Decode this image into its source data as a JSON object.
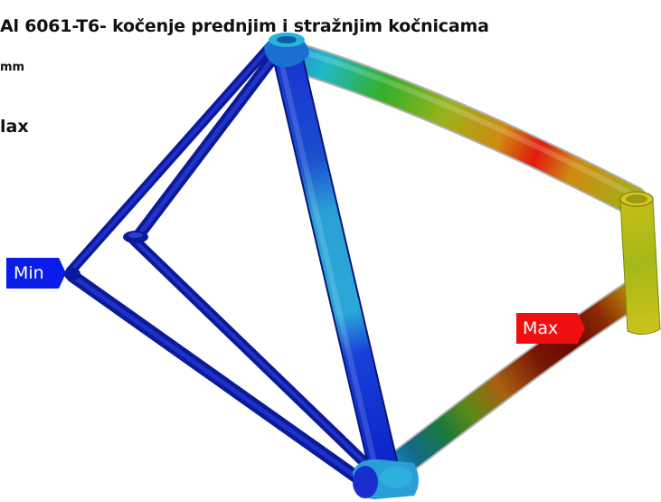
{
  "header": {
    "title": "Al 6061-T6- kočenje prednjim i stražnjim kočnicama",
    "unit": "mm",
    "max_label": "lax"
  },
  "probes": {
    "min": "Min",
    "max": "Max"
  },
  "colors": {
    "min": "#0a1de8",
    "max": "#ee1010",
    "dark_blue": "#0b1a9a",
    "light_blue": "#2fa6d6",
    "green": "#3aa81a",
    "yellow": "#c9b012",
    "dark_red": "#6e0a00"
  }
}
